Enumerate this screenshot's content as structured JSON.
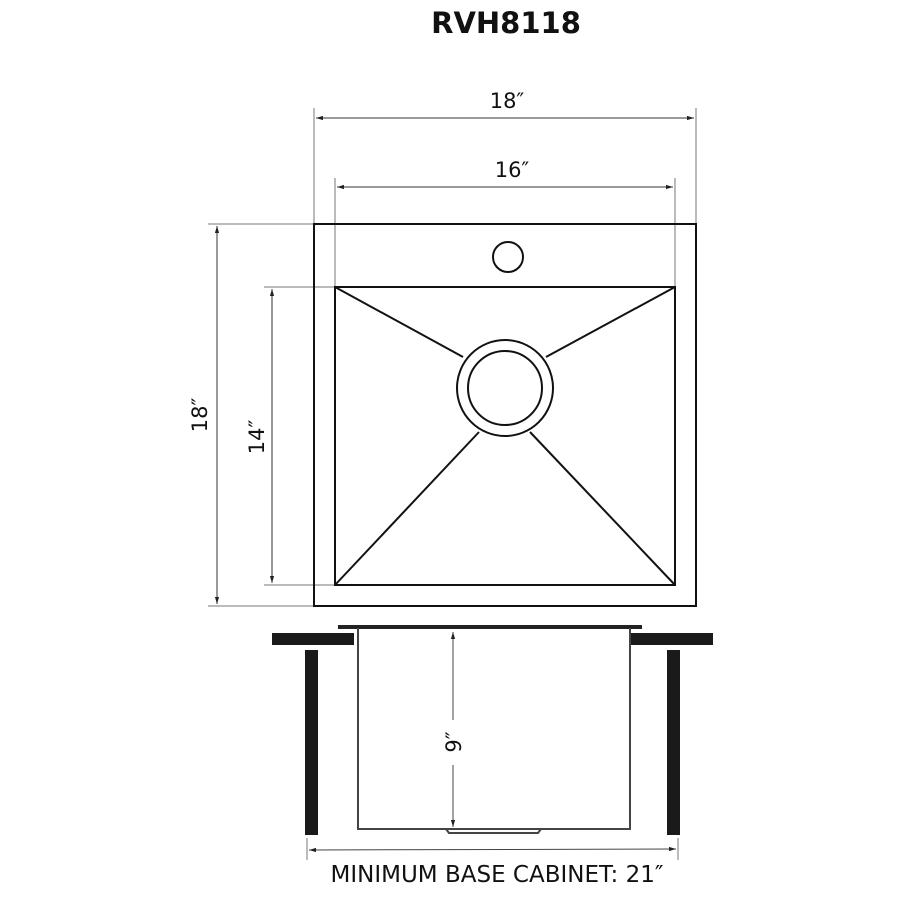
{
  "title": "RVH8118",
  "top_view": {
    "overall_width_label": "18″",
    "bowl_width_label": "16″",
    "overall_depth_label": "18″",
    "bowl_depth_label": "14″",
    "components": [
      "faucet-hole",
      "drain",
      "outer-deck",
      "basin"
    ]
  },
  "side_view": {
    "bowl_depth_label": "9″",
    "caption": "MINIMUM BASE CABINET: 21″"
  },
  "colors": {
    "line": "#111111",
    "dimension_line": "#555555",
    "background": "#ffffff"
  }
}
